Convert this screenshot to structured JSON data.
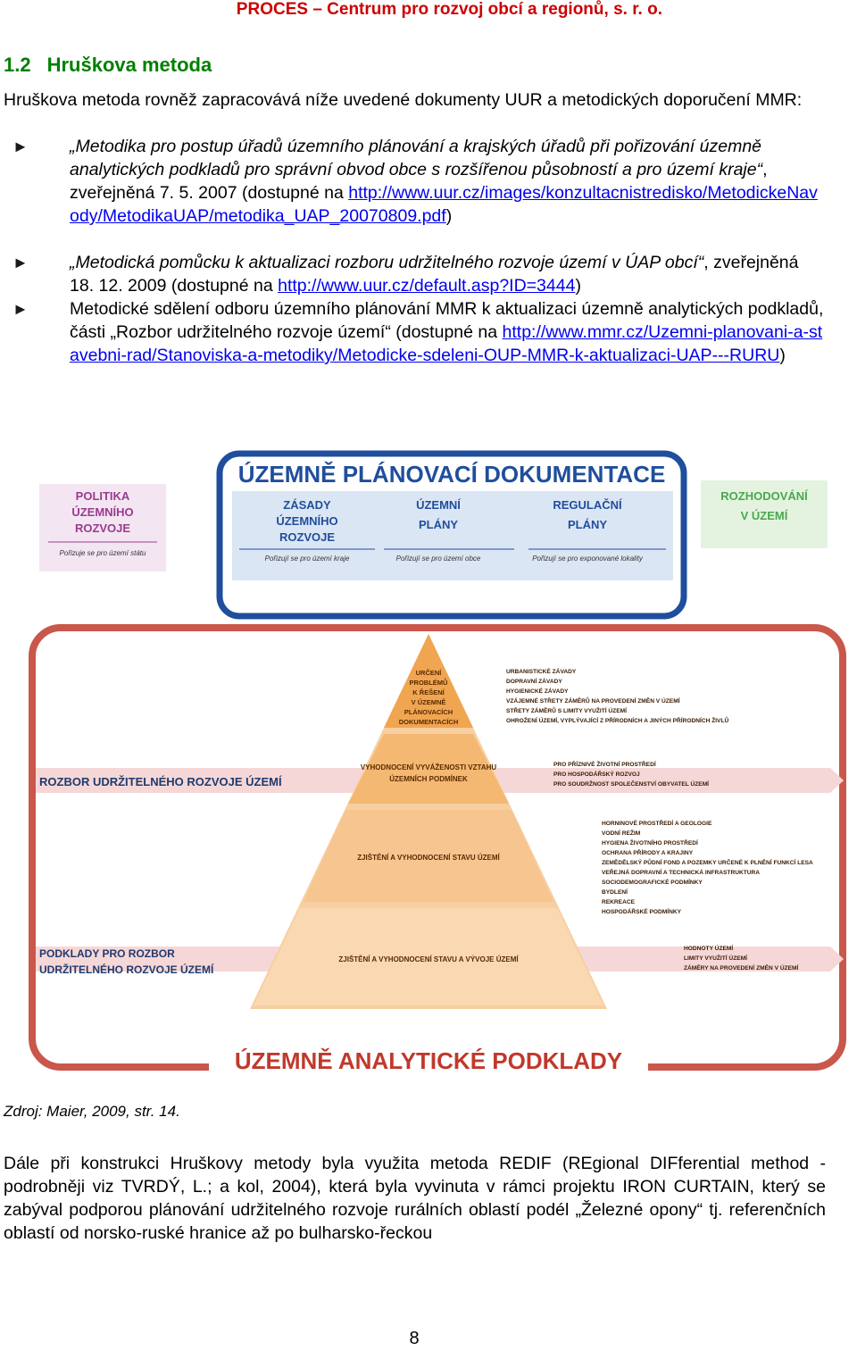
{
  "header": {
    "running_title": "PROCES – Centrum pro rozvoj obcí a regionů, s. r. o."
  },
  "section": {
    "number": "1.2",
    "title": "Hruškova metoda"
  },
  "intro": "Hruškova metoda rovněž zapracovává níže uvedené dokumenty UUR a metodických doporučení MMR:",
  "bullets": [
    {
      "title": "„Metodika pro postup úřadů územního plánování a krajských úřadů při pořizování územně analytických podkladů pro správní obvod obce s rozšířenou působností a pro území kraje“",
      "text": ", zveřejněná 7. 5. 2007 (dostupné na ",
      "link": "http://www.uur.cz/images/konzultacnistredisko/MetodickeNavody/MetodikaUAP/metodika_UAP_20070809.pdf",
      "tail": ")"
    },
    {
      "title": "„Metodická pomůcku k aktualizaci rozboru udržitelného rozvoje území v ÚAP obcí“",
      "text": ", zveřejněná 18. 12. 2009 (dostupné na ",
      "link": "http://www.uur.cz/default.asp?ID=3444",
      "tail": ")"
    },
    {
      "title": "Metodické sdělení odboru územního plánování MMR k aktualizaci územně analytických podkladů, části „Rozbor udržitelného rozvoje území“",
      "text": " (dostupné na ",
      "link": "http://www.mmr.cz/Uzemni-planovani-a-stavebni-rad/Stanoviska-a-metodiky/Metodicke-sdeleni-OUP-MMR-k-aktualizaci-UAP---RURU",
      "tail": ")"
    }
  ],
  "diagram": {
    "top_title": "ÚZEMNĚ PLÁNOVACÍ DOKUMENTACE",
    "bottom_title": "ÚZEMNĚ ANALYTICKÉ PODKLADY",
    "left_box": {
      "title": [
        "POLITIKA",
        "ÚZEMNÍHO",
        "ROZVOJE"
      ],
      "note": "Pořizuje se pro území státu"
    },
    "right_box": {
      "title": [
        "ROZHODOVÁNÍ",
        "V ÚZEMÍ"
      ]
    },
    "boxes": [
      {
        "title": [
          "ZÁSADY",
          "ÚZEMNÍHO",
          "ROZVOJE"
        ],
        "note": "Pořizují se pro území kraje"
      },
      {
        "title": [
          "ÚZEMNÍ",
          "PLÁNY"
        ],
        "note": "Pořizují se pro území obce"
      },
      {
        "title": [
          "REGULAČNÍ",
          "PLÁNY"
        ],
        "note": "Pořizují se pro exponované lokality"
      }
    ],
    "pyramid": [
      [
        "URČENÍ",
        "PROBLÉMŮ",
        "K ŘEŠENÍ",
        "V ÚZEMNĚ",
        "PLÁNOVACÍCH",
        "DOKUMENTACÍCH"
      ],
      [
        "VYHODNOCENÍ VYVÁŽENOSTI VZTAHU",
        "ÚZEMNÍCH PODMÍNEK"
      ],
      [
        "ZJIŠTĚNÍ A VYHODNOCENÍ STAVU ÚZEMÍ"
      ],
      [
        "ZJIŠTĚNÍ A VYHODNOCENÍ STAVU A VÝVOJE ÚZEMÍ"
      ]
    ],
    "rur_label": "ROZBOR UDRŽITELNÉHO ROZVOJE ÚZEMÍ",
    "podklady_label": [
      "PODKLADY PRO ROZBOR",
      "UDRŽITELNÉHO ROZVOJE ÚZEMÍ"
    ],
    "right_lists": [
      [
        "URBANISTICKÉ ZÁVADY",
        "DOPRAVNÍ ZÁVADY",
        "HYGIENICKÉ ZÁVADY",
        "VZÁJEMNÉ STŘETY ZÁMĚRŮ NA PROVEDENÍ ZMĚN V ÚZEMÍ",
        "STŘETY ZÁMĚRŮ S LIMITY VYUŽITÍ ÚZEMÍ",
        "OHROŽENÍ ÚZEMÍ, VYPLÝVAJÍCÍ Z PŘÍRODNÍCH A JINÝCH PŘÍRODNÍCH ŽIVLŮ"
      ],
      [
        "PRO PŘÍZNIVÉ ŽIVOTNÍ PROSTŘEDÍ",
        "PRO HOSPODÁŘSKÝ ROZVOJ",
        "PRO SOUDRŽNOST SPOLEČENSTVÍ OBYVATEL ÚZEMÍ"
      ],
      [
        "HORNINOVÉ PROSTŘEDÍ A GEOLOGIE",
        "VODNÍ REŽIM",
        "HYGIENA ŽIVOTNÍHO PROSTŘEDÍ",
        "OCHRANA PŘÍRODY A KRAJINY",
        "ZEMĚDĚLSKÝ PŮDNÍ FOND A POZEMKY URČENÉ K PLNĚNÍ FUNKCÍ LESA",
        "VEŘEJNÁ DOPRAVNÍ A TECHNICKÁ INFRASTRUKTURA",
        "SOCIODEMOGRAFICKÉ PODMÍNKY",
        "BYDLENÍ",
        "REKREACE",
        "HOSPODÁŘSKÉ PODMÍNKY"
      ],
      [
        "HODNOTY ÚZEMÍ",
        "LIMITY VYUŽITÍ ÚZEMÍ",
        "ZÁMĚRY NA PROVEDENÍ ZMĚN V ÚZEMÍ"
      ]
    ]
  },
  "source_note": "Zdroj: Maier, 2009, str. 14.",
  "closing": "Dále při konstrukci Hruškovy metody byla využita metoda REDIF (REgional DIFferential method - podrobněji viz TVRDÝ, L.; a kol, 2004), která byla vyvinuta v rámci projektu IRON CURTAIN, který se zabýval podporou plánování udržitelného rozvoje rurálních oblastí podél „Železné opony“ tj. referenčních oblastí od norsko-ruské hranice až po bulharsko-řeckou",
  "page_number": "8",
  "colors": {
    "header": "#cc0000",
    "heading": "#008000",
    "frame_blue": "#1f4e9c",
    "frame_red": "#c0392b",
    "pyramid": "#e8820c"
  }
}
